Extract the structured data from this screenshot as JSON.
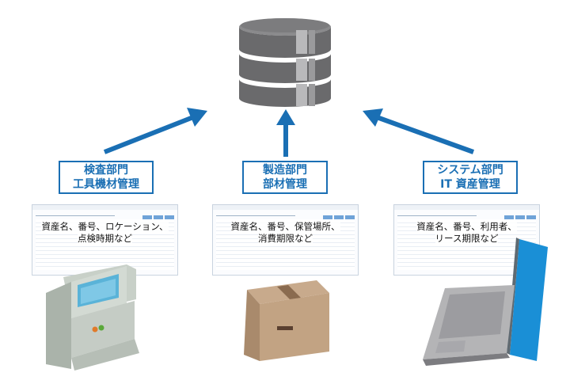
{
  "groups": [
    {
      "label_lines": [
        "検査部門",
        "工具機材管理"
      ],
      "desc_lines": [
        "資産名、番号、ロケーション、",
        "点検時期など"
      ],
      "device": "inspection-machine"
    },
    {
      "label_lines": [
        "製造部門",
        "部材管理"
      ],
      "desc_lines": [
        "資産名、番号、保管場所、",
        "消費期限など"
      ],
      "device": "cardboard-box"
    },
    {
      "label_lines": [
        "システム部門",
        "IT 資産管理"
      ],
      "desc_lines": [
        "資産名、番号、利用者、",
        "リース期限など"
      ],
      "device": "laptop"
    }
  ],
  "colors": {
    "arrow": "#1a6fb4",
    "label_border": "#1a6fb4",
    "database": "#6e6e70"
  },
  "icons": {
    "center": "database-icon"
  }
}
